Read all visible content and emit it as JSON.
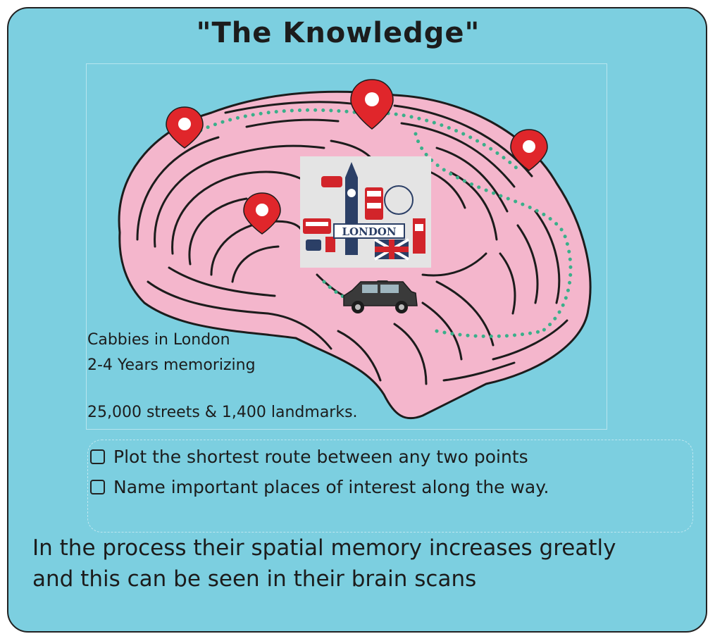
{
  "title": "\"The Knowledge\"",
  "collage": {
    "label": "LONDON"
  },
  "facts": {
    "line1": "Cabbies in London",
    "line2": "2-4 Years memorizing",
    "line3": "25,000 streets & 1,400 landmarks."
  },
  "checklist": [
    {
      "label": "Plot the shortest route between any two points",
      "checked": false
    },
    {
      "label": "Name important places of interest along the way.",
      "checked": false
    }
  ],
  "footer": {
    "line1": "In the process their spatial memory increases greatly",
    "line2": "and this can be seen in their brain scans"
  },
  "colors": {
    "background": "#7ccfe0",
    "brain": "#f4b6cc",
    "route_dots": "#3aaf8a",
    "pin": "#e0262b",
    "taxi": "#3a3a3a"
  },
  "icons": [
    "map-pin-icon",
    "taxi-icon",
    "big-ben-icon",
    "bus-icon",
    "phone-box-icon",
    "union-jack-icon",
    "checkbox-icon"
  ]
}
